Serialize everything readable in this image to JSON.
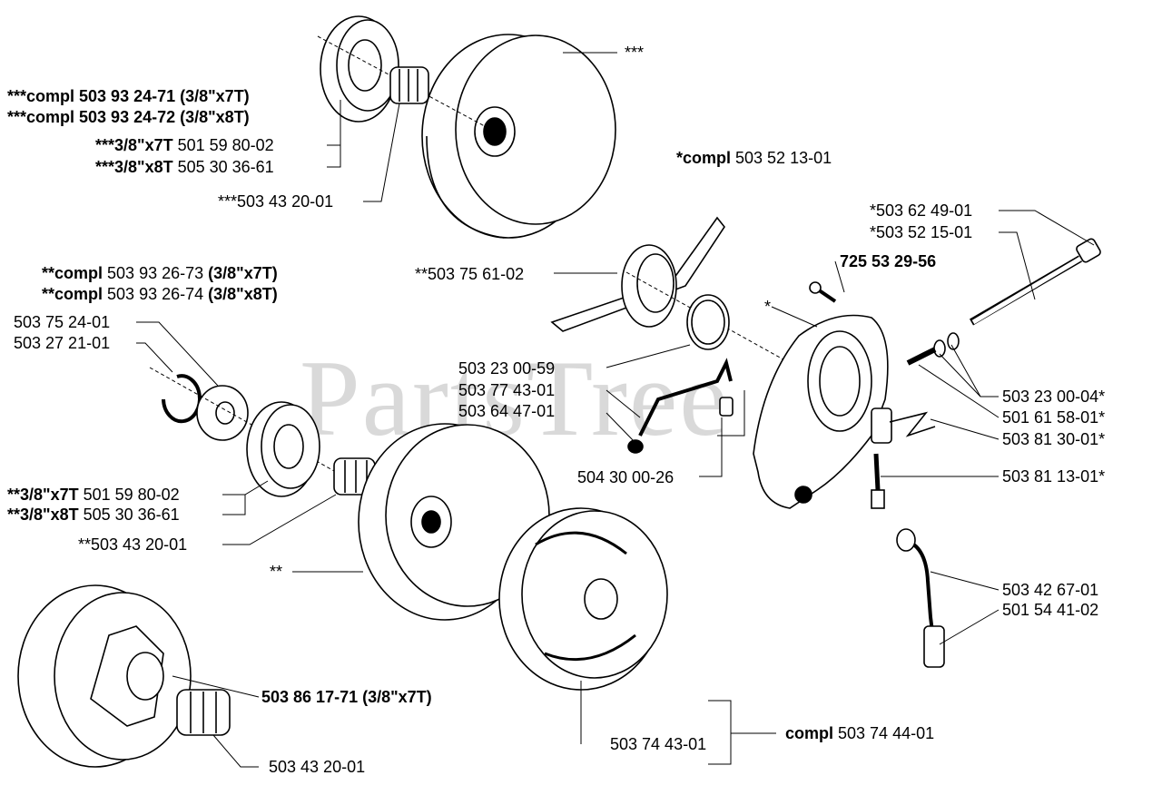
{
  "watermark": "PartsTree",
  "labels": {
    "drum_top_marker": "***",
    "drum_top_compl_1": {
      "bold": "***compl 503 93 24-71 (3/8\"x7T)",
      "normal": ""
    },
    "drum_top_compl_2": {
      "bold": "***compl 503 93 24-72 (3/8\"x8T)",
      "normal": ""
    },
    "rim_top_7t": {
      "bold": "***3/8\"x7T",
      "normal": " 501 59 80-02"
    },
    "rim_top_8t": {
      "bold": "***3/8\"x8T",
      "normal": " 505 30 36-61"
    },
    "bearing_top": "***503 43 20-01",
    "pump_compl": {
      "bold": "*compl",
      "normal": " 503 52 13-01"
    },
    "shaft_1": "*503 62 49-01",
    "shaft_2": "*503 52 15-01",
    "screw_bold": "725 53 29-56",
    "pump_marker": "*",
    "drive_worm": "**503 75 61-02",
    "drum_mid_compl_1": {
      "bold": "**compl",
      "normal": " 503 93 26-73 ",
      "bold2": "(3/8\"x7T)"
    },
    "drum_mid_compl_2": {
      "bold": "**compl",
      "normal": " 503 93 26-74 ",
      "bold2": "(3/8\"x8T)"
    },
    "washer_1": "503 75 24-01",
    "clip_1": "503 27 21-01",
    "oring": "503 23 00-59",
    "pipe": "503 77 43-01",
    "nipple": "503 64 47-01",
    "oring_2": "503 23 00-04*",
    "spring": "501 61 58-01*",
    "cover": "503 81 30-01*",
    "nut": "504 30 00-26",
    "adjust_screw": "503 81 13-01*",
    "rim_mid_7t": {
      "bold": "**3/8\"x7T",
      "normal": " 501 59 80-02"
    },
    "rim_mid_8t": {
      "bold": "**3/8\"x8T",
      "normal": " 505 30 36-61"
    },
    "bearing_mid": "**503 43 20-01",
    "drum_mid_marker": "**",
    "hose_1": "503 42 67-01",
    "hose_2": "501 54 41-02",
    "sprocket_bold": "503 86 17-71 (3/8\"x7T)",
    "clutch_shoe": "503 74 43-01",
    "clutch_compl": {
      "bold": "compl",
      "normal": " 503 74 44-01"
    },
    "bearing_bottom": "503 43 20-01"
  }
}
